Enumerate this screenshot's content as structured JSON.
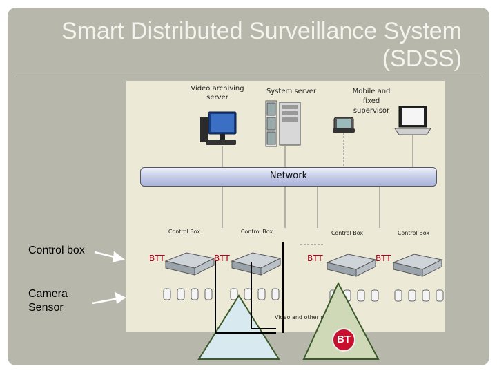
{
  "title": {
    "line1": "Smart Distributed Surveillance System",
    "line2": "(SDSS)"
  },
  "side_labels": {
    "control_box": "Control box",
    "camera_sensor_line1": "Camera",
    "camera_sensor_line2": "Sensor"
  },
  "diagram": {
    "video_archiving_server": [
      "Video archiving",
      "server"
    ],
    "system_server": "System server",
    "mobile_supervisor": [
      "Mobile and",
      "fixed",
      "supervisor"
    ],
    "network": "Network",
    "control_box_labels": [
      "Control Box",
      "Control Box",
      "Control Box",
      "Control Box"
    ],
    "btt_labels": [
      "BTT",
      "BTT",
      "BTT",
      "BTT"
    ],
    "video_text": "Video and other s",
    "bt_badge": "BT"
  },
  "colors": {
    "slide_bg": "#b7b8ab",
    "diagram_bg": "#ecead6",
    "bt_red": "#c8102e",
    "triangle_blue": "#d8e9ef",
    "triangle_green": "#cfd9b8",
    "triangle_stroke": "#3a5a2a"
  }
}
